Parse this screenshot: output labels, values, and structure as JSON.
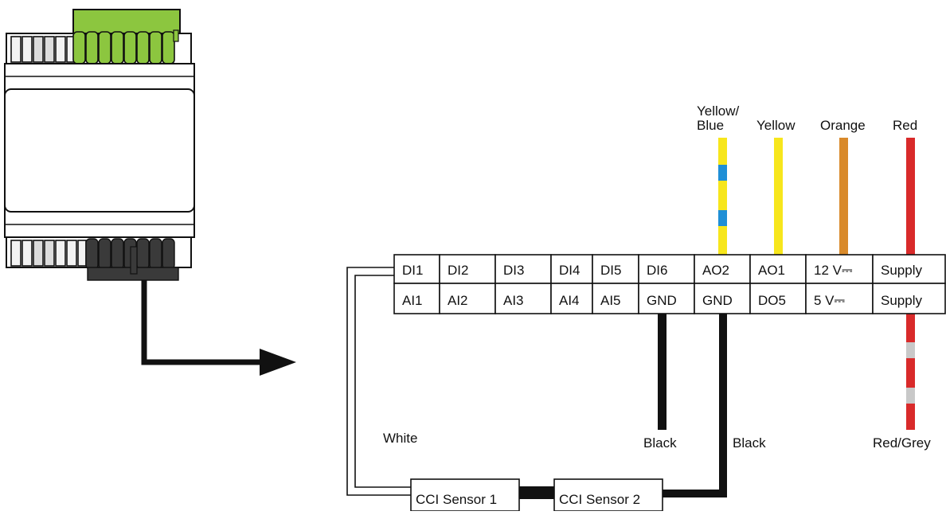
{
  "wire_labels": {
    "yellow_blue_line1": "Yellow/",
    "yellow_blue_line2": "Blue",
    "yellow": "Yellow",
    "orange": "Orange",
    "red": "Red",
    "white": "White",
    "black_1": "Black",
    "black_2": "Black",
    "red_grey": "Red/Grey"
  },
  "terminal_block": {
    "top_row": [
      "DI1",
      "DI2",
      "DI3",
      "DI4",
      "DI5",
      "DI6",
      "AO2",
      "AO1",
      "12 V⎓",
      "Supply"
    ],
    "bottom_row": [
      "AI1",
      "AI2",
      "AI3",
      "AI4",
      "AI5",
      "GND",
      "GND",
      "DO5",
      "5 V⎓",
      "Supply"
    ]
  },
  "sensors": [
    "CCI Sensor 1",
    "CCI Sensor 2"
  ],
  "colors": {
    "yellow": "#f7e61c",
    "blue": "#1f8fd6",
    "orange": "#d98a2b",
    "red": "#d92a2a",
    "grey": "#c8c8c8",
    "green": "#8cc63f",
    "dark_grey": "#3a3a3a",
    "black": "#111111"
  }
}
